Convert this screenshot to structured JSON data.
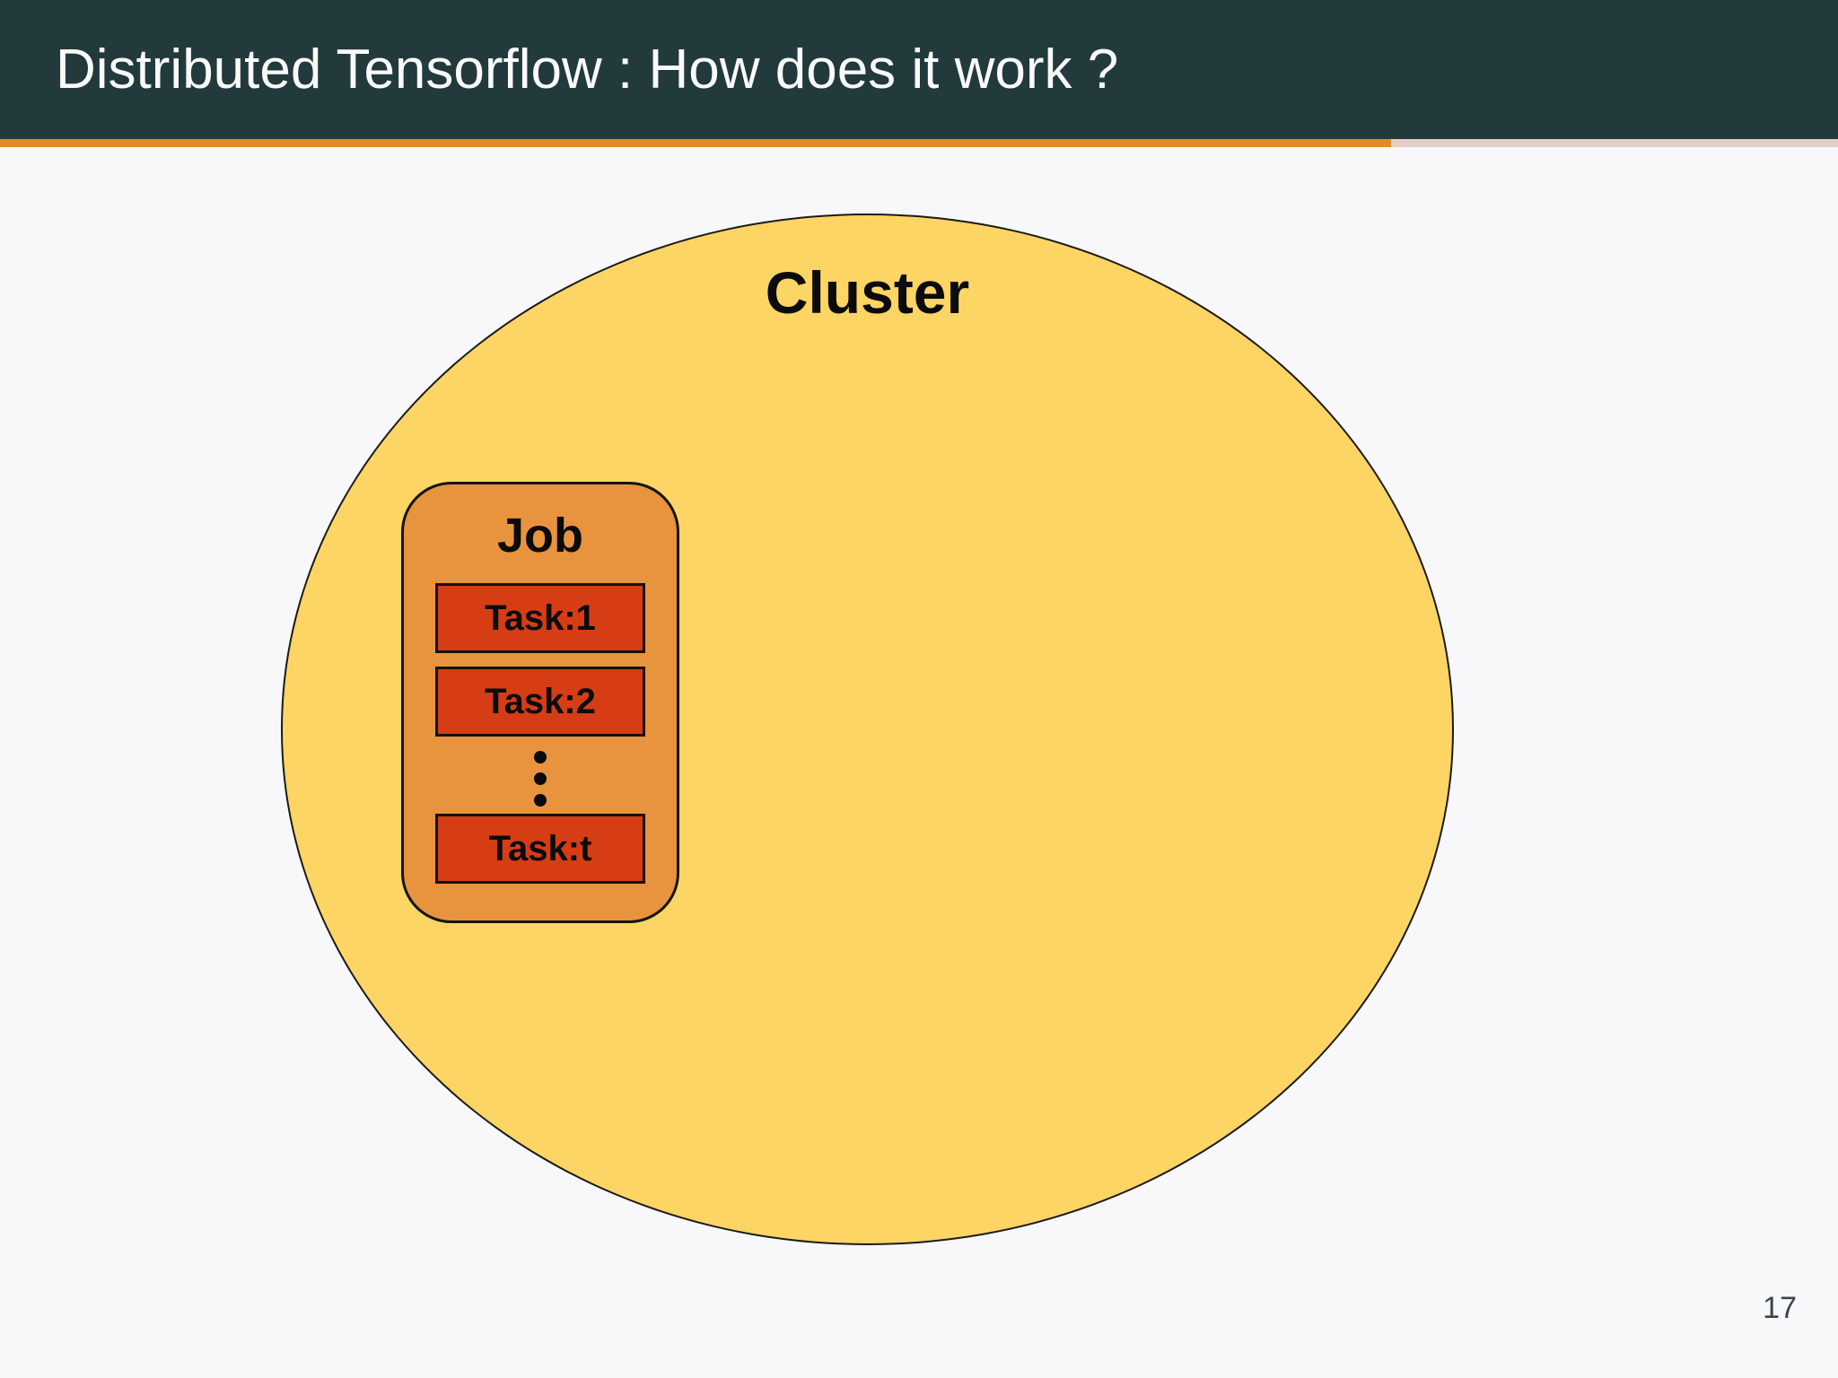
{
  "header": {
    "title": "Distributed Tensorflow : How does it work ?"
  },
  "diagram": {
    "cluster_label": "Cluster",
    "job_label": "Job",
    "tasks": [
      "Task:1",
      "Task:2",
      "Task:t"
    ],
    "ellipsis": "vertical three dots between Task:2 and Task:t"
  },
  "footer": {
    "page_number": "17"
  },
  "colors": {
    "header_bg": "#223A3C",
    "header_text": "#FAFAFA",
    "accent_orange": "#E08A28",
    "accent_pale": "#E3CDC7",
    "slide_bg": "#F8F7FA",
    "cluster_fill": "#FCD565",
    "cluster_border": "#1B1B1B",
    "job_fill": "#E8933D",
    "task_fill": "#D63D15",
    "box_border": "#141414",
    "label_text": "#0B0B0B",
    "page_number_text": "#3C4649"
  }
}
